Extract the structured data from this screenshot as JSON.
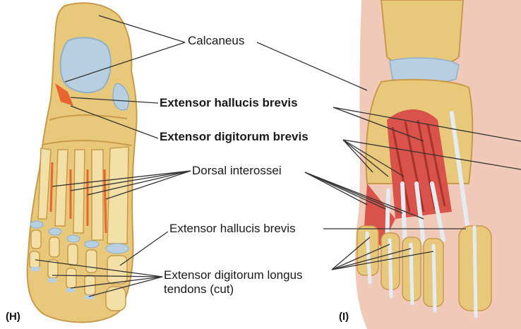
{
  "panels": {
    "left": "(H)",
    "right": "(I)"
  },
  "labels": {
    "calcaneus": "Calcaneus",
    "extensor_hallucis_brevis_bold": "Extensor hallucis brevis",
    "extensor_digitorum_brevis_bold": "Extensor digitorum brevis",
    "dorsal_interossei": "Dorsal interossei",
    "extensor_hallucis_brevis": "Extensor hallucis brevis",
    "extensor_digitorum_longus_line1": "Extensor digitorum longus",
    "extensor_digitorum_longus_line2": "tendons (cut)"
  },
  "colors": {
    "bone": "#e8c97c",
    "bone_shade": "#c99a4a",
    "bone_light": "#f3e0a6",
    "cartilage": "#b7cfe0",
    "muscle": "#d9534a",
    "muscle_dark": "#a8322c",
    "tendon": "#e4ecf2",
    "skin": "#f1c9b8",
    "leader": "#333333"
  }
}
